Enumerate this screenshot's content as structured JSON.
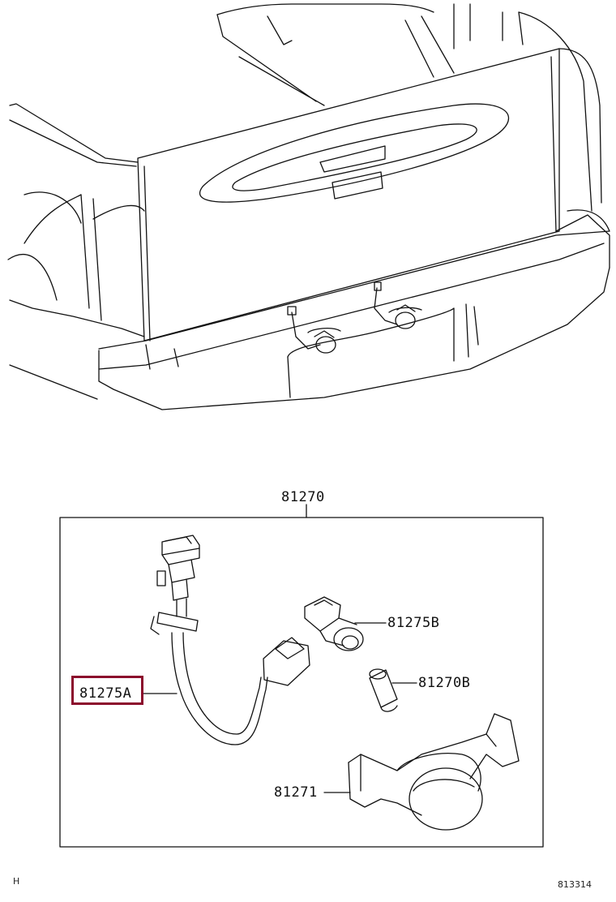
{
  "parts": {
    "assembly": "81270",
    "socket_b": "81275B",
    "bulb": "81270B",
    "lamp": "81271",
    "wire_harness": "81275A"
  },
  "highlighted_part": "81275A",
  "highlight_color": "#8b0a2c",
  "footer": {
    "left": "H",
    "right": "813314"
  }
}
